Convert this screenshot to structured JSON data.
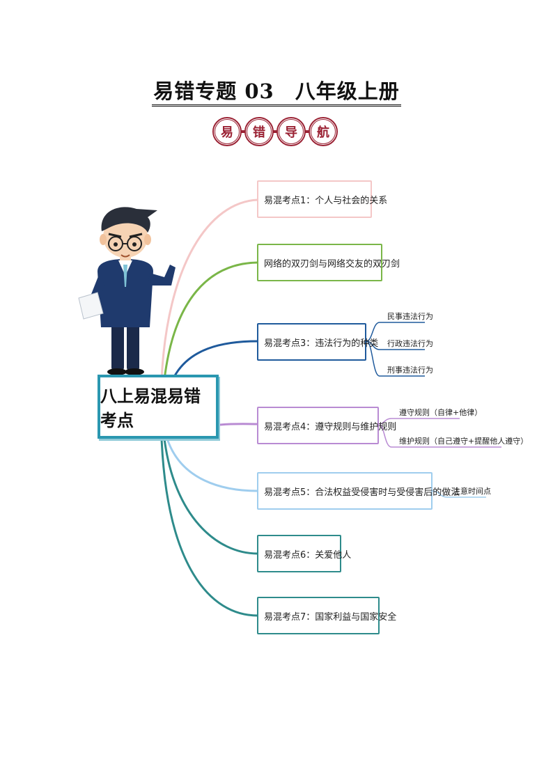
{
  "header": {
    "title": "易错专题 03　八年级上册",
    "badges": [
      "易",
      "错",
      "导",
      "航"
    ]
  },
  "mindmap": {
    "central": "八上易混易错考点",
    "branches": [
      {
        "label": "易混考点1：个人与社会的关系",
        "color": "#f4c7c7",
        "children": []
      },
      {
        "label": "网络的双刃剑与网络交友的双刃剑",
        "color": "#7ab648",
        "children": []
      },
      {
        "label": "易混考点3：违法行为的种类",
        "color": "#1f5a9c",
        "children": [
          "民事违法行为",
          "行政违法行为",
          "刑事违法行为"
        ]
      },
      {
        "label": "易混考点4：遵守规则与维护规则",
        "color": "#b98bd3",
        "children": [
          "遵守规则（自律+他律）",
          "维护规则（自己遵守+提醒他人遵守）"
        ]
      },
      {
        "label": "易混考点5：合法权益受侵害时与受侵害后的做法",
        "color": "#9fcdee",
        "children": [
          "注意时间点"
        ]
      },
      {
        "label": "易混考点6：关爱他人",
        "color": "#2e8b8b",
        "children": []
      },
      {
        "label": "易混考点7：国家利益与国家安全",
        "color": "#2e8b8b",
        "children": []
      }
    ]
  }
}
